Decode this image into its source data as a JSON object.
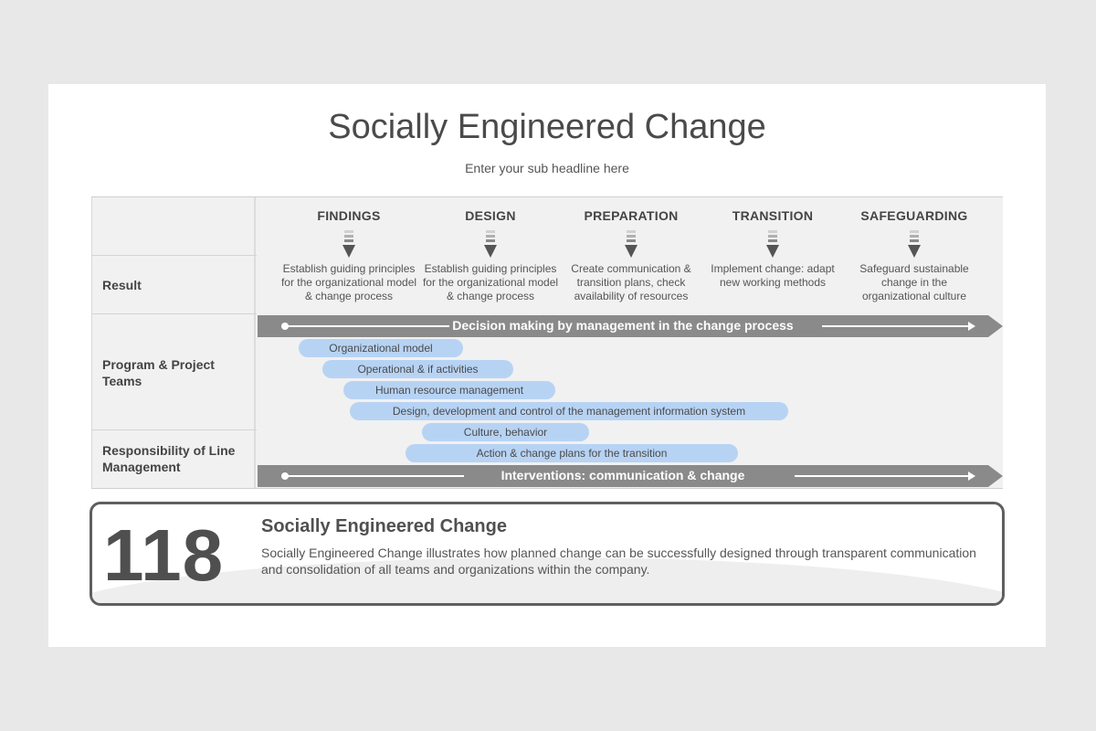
{
  "title": "Socially Engineered Change",
  "subtitle": "Enter your sub headline here",
  "rows": {
    "result": "Result",
    "program": "Program & Project Teams",
    "line": "Responsibility of Line Management"
  },
  "phases": [
    {
      "head": "FINDINGS",
      "text": "Establish guiding principles for the organizational model & change process"
    },
    {
      "head": "DESIGN",
      "text": "Establish guiding principles for the organizational model & change process"
    },
    {
      "head": "PREPARATION",
      "text": "Create communication & transition plans, check availability of resources"
    },
    {
      "head": "TRANSITION",
      "text": "Implement change: adapt new working methods"
    },
    {
      "head": "SAFEGUARDING",
      "text": "Safeguard sustainable change in the organizational culture"
    }
  ],
  "bands": {
    "top": "Decision making by management in the change process",
    "bottom": "Interventions: communication & change"
  },
  "pills": [
    "Organizational model",
    "Operational & if activities",
    "Human resource management",
    "Design, development and control of the management information system",
    "Culture, behavior",
    "Action & change plans for the transition"
  ],
  "info": {
    "number": "118",
    "title": "Socially Engineered Change",
    "text": "Socially Engineered Change illustrates how planned change can be successfully designed through transparent communication and consolidation of all teams and organizations within the company."
  },
  "colors": {
    "band": "#8a8a8a",
    "pill": "#b7d3f4",
    "text": "#444444"
  }
}
